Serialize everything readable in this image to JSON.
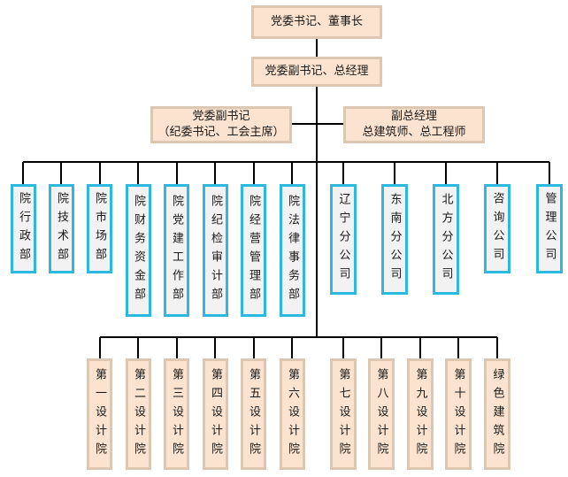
{
  "top": {
    "title": "党委书记、董事长"
  },
  "second": {
    "title": "党委副书记、总经理"
  },
  "left_exec": {
    "line1": "党委副书记",
    "line2": "（纪委书记、工会主席）"
  },
  "right_exec": {
    "line1": "副总经理",
    "line2": "总建筑师、总工程师"
  },
  "departments": [
    "院行政部",
    "院技术部",
    "院市场部",
    "院财务资金部",
    "院党建工作部",
    "院纪检审计部",
    "院经营管理部",
    "院法律事务部",
    "辽宁分公司",
    "东南分公司",
    "北方分公司",
    "咨询公司",
    "管理公司"
  ],
  "institutes": [
    "第一设计院",
    "第二设计院",
    "第三设计院",
    "第四设计院",
    "第五设计院",
    "第六设计院",
    "第七设计院",
    "第八设计院",
    "第九设计院",
    "第十设计院",
    "绿色建筑院"
  ],
  "colors": {
    "dept_border": "#2cb8df",
    "exec_border": "#dcc7b2",
    "exec_fill": "#fbe3cf",
    "dept_fill": "#f2f2f2",
    "line": "#000000"
  }
}
